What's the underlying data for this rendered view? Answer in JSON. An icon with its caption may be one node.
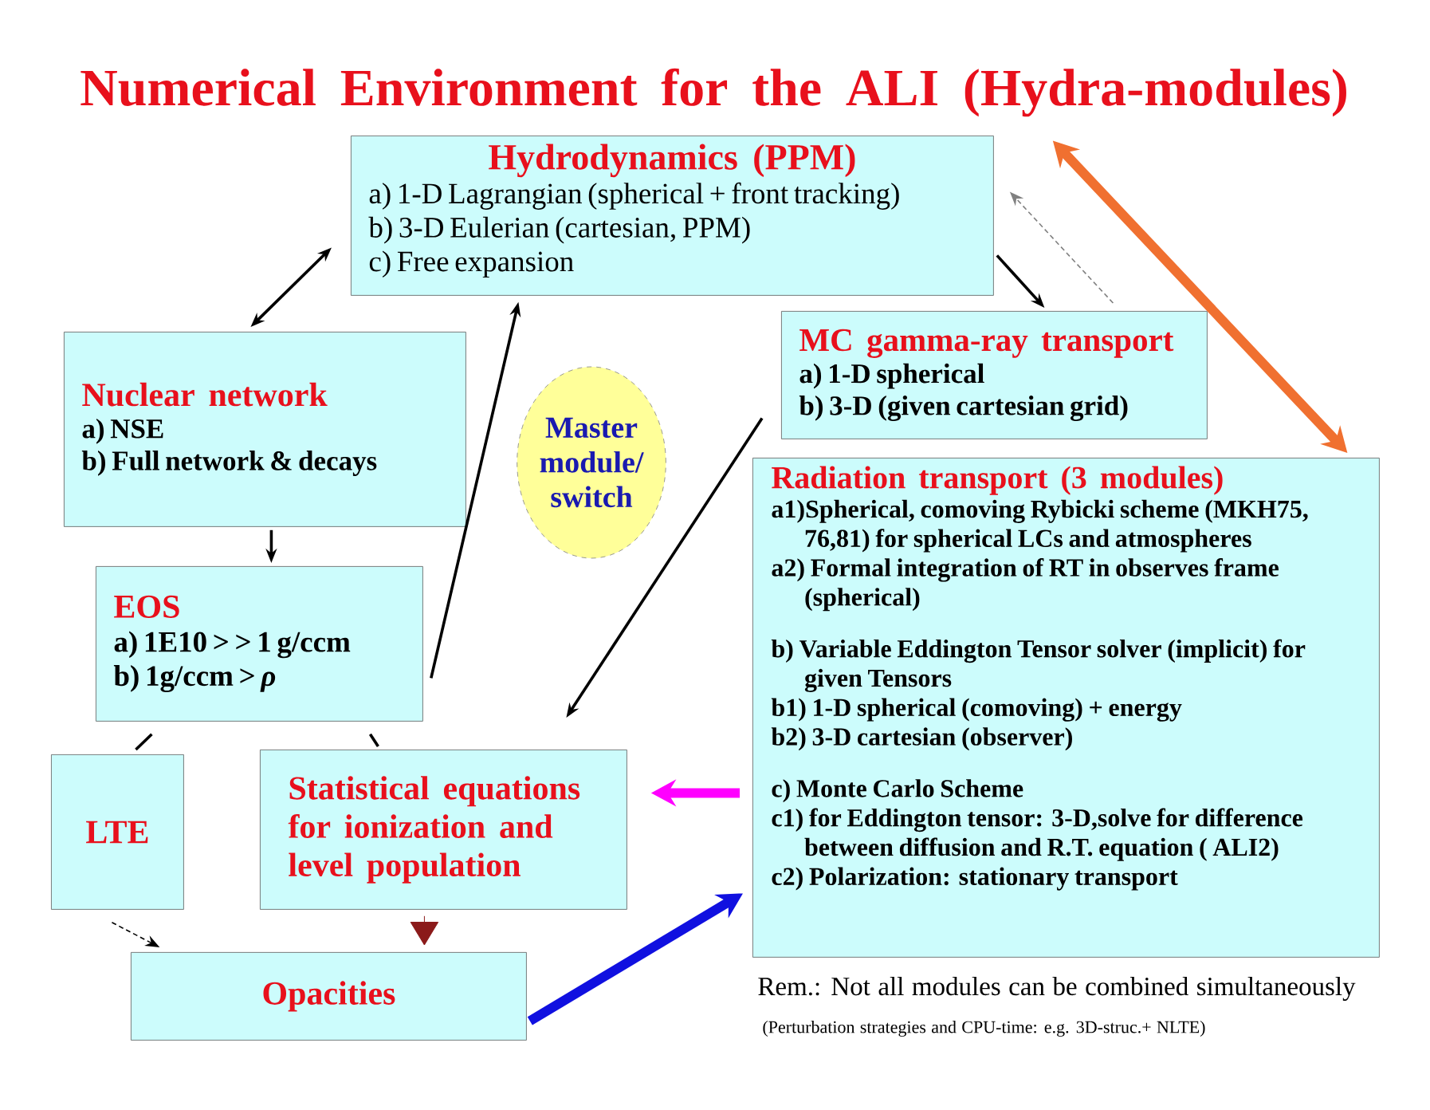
{
  "diagram": {
    "title": "Numerical Environment for the ALI  (Hydra-modules)",
    "nodes": [
      {
        "text": [
          "Hydrodynamics (PPM)",
          "a) 1-D Lagrangian (spherical + front tracking)",
          "b) 3-D Eulerian (cartesian, PPM)",
          "c) Free expansion"
        ]
      },
      {
        "text": [
          "Nuclear network",
          "a) NSE",
          "b) Full network  & decays"
        ]
      },
      {
        "text": [
          "Master module/ switch"
        ]
      },
      {
        "text": [
          "MC gamma-ray transport",
          "a) 1-D spherical",
          "b) 3-D (given cartesian grid)"
        ]
      },
      {
        "text": [
          "Radiation transport (3 modules)",
          "a1)Spherical, comoving Rybicki scheme (MKH75, 76,81) for spherical LCs and atmospheres",
          "a2) Formal integration of RT in observes frame  (spherical)",
          "b) Variable Eddington Tensor solver (implicit) for given Tensors",
          "b1) 1-D spherical (comoving) + energy",
          "b2) 3-D cartesian (observer)",
          "c) Monte Carlo Scheme",
          "c1) for Eddington tensor: 3-D,solve for difference between diffusion  and R.T. equation ( ALI2)",
          "c2) Polarization: stationary transport"
        ]
      },
      {
        "text": [
          "EOS",
          "a) 1E10 >    > 1 g/ccm",
          "b) 1g/ccm > *ρ*"
        ]
      },
      {
        "text": [
          "LTE"
        ]
      },
      {
        "text": [
          "Statistical equations for ionization and level population"
        ]
      },
      {
        "text": [
          "Opacities"
        ]
      }
    ],
    "edges": [
      {
        "from": 1,
        "to": 0,
        "arrow": "both"
      },
      {
        "from": 1,
        "to": 5,
        "arrow": "to"
      },
      {
        "from": 5,
        "to": 0,
        "arrow": "to"
      },
      {
        "from": 0,
        "to": 3,
        "arrow": "to"
      },
      {
        "from": 3,
        "to": 0,
        "arrow": "to",
        "style": "dashed",
        "color": "#808080"
      },
      {
        "from": 0,
        "to": 4,
        "arrow": "both",
        "style": "thick",
        "color": "#f07030"
      },
      {
        "from": 3,
        "to": 7,
        "arrow": "to"
      },
      {
        "from": 5,
        "to": 6,
        "arrow": "none"
      },
      {
        "from": 5,
        "to": 7,
        "arrow": "none"
      },
      {
        "from": 6,
        "to": 8,
        "arrow": "to",
        "style": "dashed"
      },
      {
        "from": 7,
        "to": 8,
        "arrow": "to",
        "color": "#8b1a1a"
      },
      {
        "from": 4,
        "to": 7,
        "arrow": "to",
        "style": "thick",
        "color": "#ff00ff"
      },
      {
        "from": 8,
        "to": 4,
        "arrow": "to",
        "style": "thick",
        "color": "#1010e0"
      }
    ],
    "labels": [
      "Rem.: Not all modules can be combined simultaneously",
      "(Perturbation strategies and CPU-time: e.g. 3D-struc.+ NLTE)"
    ]
  }
}
